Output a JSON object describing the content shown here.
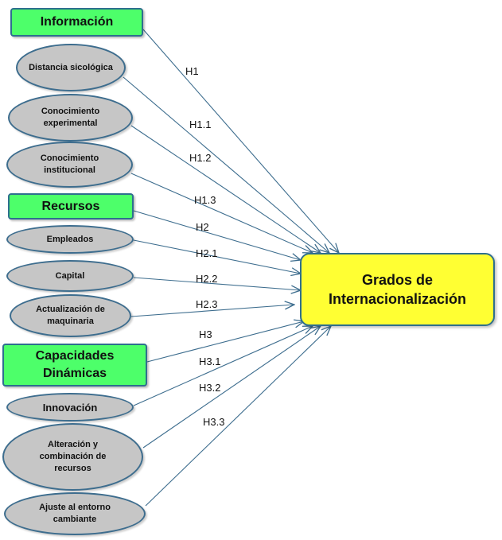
{
  "nodes": {
    "informacion": "Información",
    "distancia": "Distancia sicológica",
    "conocimiento_exp": "Conocimiento experimental",
    "conocimiento_inst": "Conocimiento institucional",
    "recursos": "Recursos",
    "empleados": "Empleados",
    "capital": "Capital",
    "actualizacion": "Actualización de maquinaria",
    "capacidades": "Capacidades Dinámicas",
    "innovacion": "Innovación",
    "alteracion": "Alteración y combinación de recursos",
    "ajuste": "Ajuste al entorno cambiante",
    "target": "Grados de Internacionalización"
  },
  "hypotheses": {
    "h1": "H1",
    "h1_1": "H1.1",
    "h1_2": "H1.2",
    "h1_3": "H1.3",
    "h2": "H2",
    "h2_1": "H2.1",
    "h2_2": "H2.2",
    "h2_3": "H2.3",
    "h3": "H3",
    "h3_1": "H3.1",
    "h3_2": "H3.2",
    "h3_3": "H3.3"
  },
  "colors": {
    "construct_fill": "#4dff6a",
    "indicator_fill": "#c6c6c6",
    "target_fill": "#ffff33",
    "arrow": "#3d6d8e"
  }
}
